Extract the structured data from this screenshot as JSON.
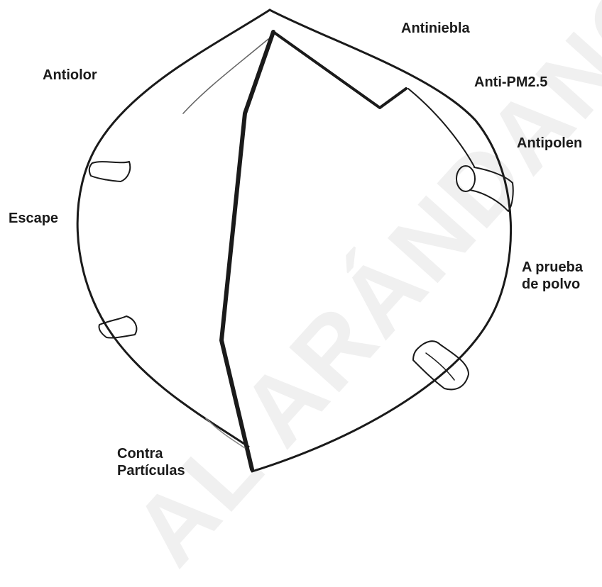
{
  "labels": {
    "antiolor": "Antiolor",
    "antiniebla": "Antiniebla",
    "anti_pm25": "Anti-PM2.5",
    "antipolen": "Antipolen",
    "escape": "Escape",
    "a_prueba_de_polvo": [
      "A prueba",
      "de polvo"
    ],
    "contra_particulas": [
      "Contra",
      "Partículas"
    ]
  },
  "watermark": "AL ARÁNDANO",
  "colors": {
    "outline": "#1a1a1a",
    "label_text": "#1a1a1a",
    "background": "#ffffff"
  }
}
